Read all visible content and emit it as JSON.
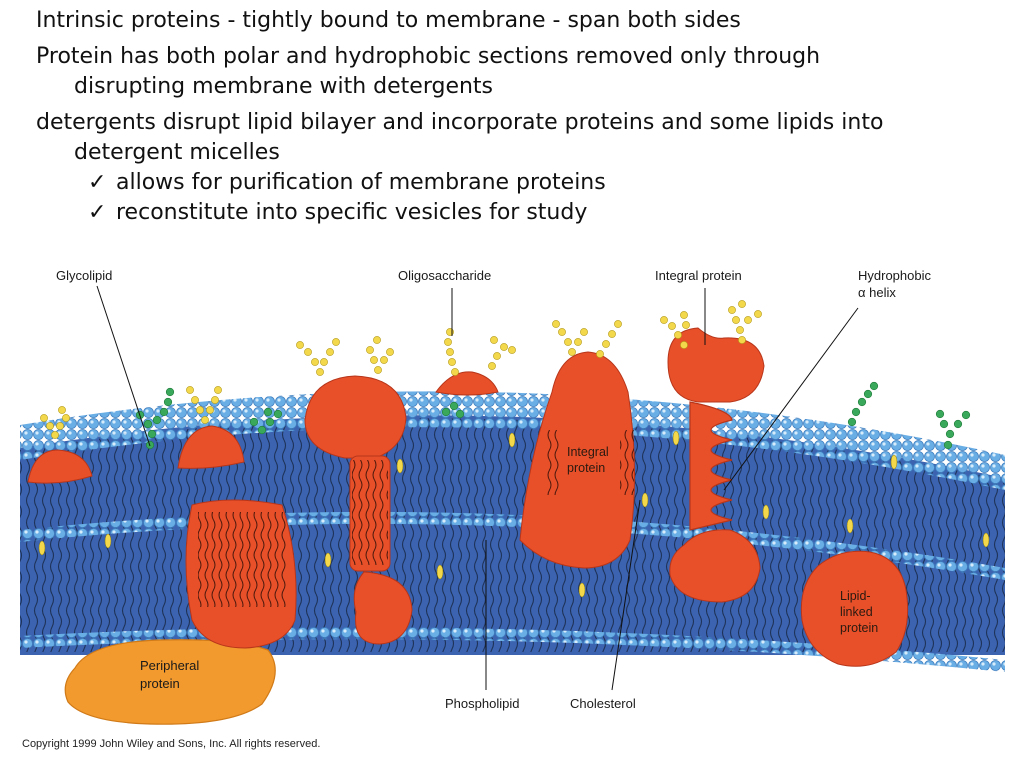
{
  "slide": {
    "bullets": [
      {
        "line1": "Intrinsic proteins - tightly bound to membrane - span both sides"
      },
      {
        "line1": "Protein has both polar and hydrophobic sections removed only through",
        "line2": "disrupting membrane with detergents"
      },
      {
        "line1": "detergents disrupt lipid bilayer and incorporate proteins and some lipids into",
        "line2": "detergent micelles"
      }
    ],
    "subbullets": [
      {
        "mark": "✓",
        "text": "allows for purification of membrane proteins"
      },
      {
        "mark": "✓",
        "text": "reconstitute into specific vesicles for study"
      }
    ]
  },
  "figure": {
    "labels": {
      "glycolipid": "Glycolipid",
      "oligosaccharide": "Oligosaccharide",
      "integral_protein_top": "Integral protein",
      "hydrophobic_line1": "Hydrophobic",
      "hydrophobic_line2": "α helix",
      "integral_inner_1": "Integral",
      "integral_inner_2": "protein",
      "lipid_linked_1": "Lipid-",
      "lipid_linked_2": "linked",
      "lipid_linked_3": "protein",
      "peripheral_1": "Peripheral",
      "peripheral_2": "protein",
      "phospholipid": "Phospholipid",
      "cholesterol": "Cholesterol"
    },
    "colors": {
      "protein": "#e8502a",
      "protein_light": "#f47a4a",
      "peripheral": "#f29a2e",
      "headgroup": "#6aaee6",
      "membrane_dark": "#3b63b0",
      "carb_yellow": "#f2d84a",
      "carb_green": "#3aa85a"
    }
  },
  "copyright": "Copyright 1999 John Wiley and Sons, Inc. All rights reserved."
}
